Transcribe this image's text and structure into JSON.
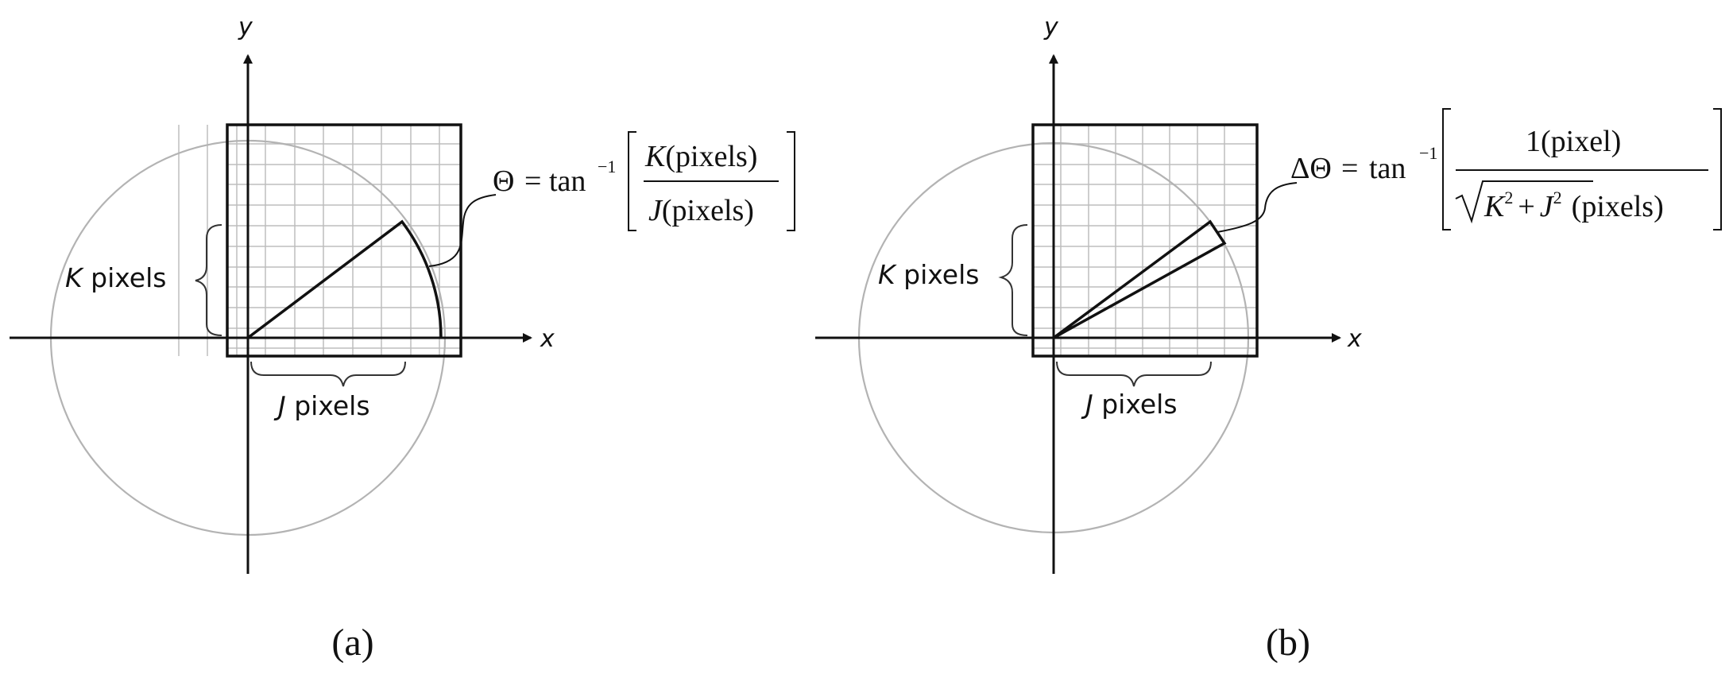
{
  "panels": [
    {
      "id": "a",
      "caption": "(a)",
      "axis_x": "x",
      "axis_y": "y",
      "k_label_var": "K",
      "k_label_word": "pixels",
      "j_label_var": "J",
      "j_label_word": "pixels",
      "formula": {
        "lhs": "Θ",
        "eq": "=",
        "fn": "tan",
        "exp": "−1",
        "num_var": "K",
        "num_unit": "(pixels)",
        "den_var": "J",
        "den_unit": "(pixels)"
      }
    },
    {
      "id": "b",
      "caption": "(b)",
      "axis_x": "x",
      "axis_y": "y",
      "k_label_var": "K",
      "k_label_word": "pixels",
      "j_label_var": "J",
      "j_label_word": "pixels",
      "formula": {
        "lhs": "ΔΘ",
        "eq": "=",
        "fn": "tan",
        "exp": "−1",
        "num": "1(pixel)",
        "den_k": "K",
        "den_sq1": "2",
        "den_plus": "+",
        "den_j": "J",
        "den_sq2": "2",
        "den_unit": "(pixels)"
      }
    }
  ]
}
